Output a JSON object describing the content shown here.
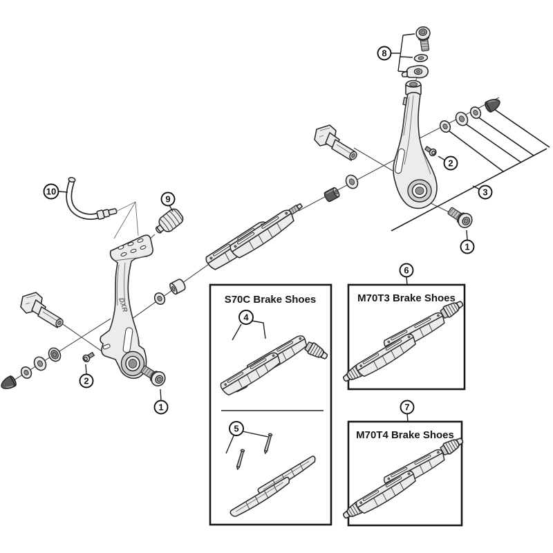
{
  "colors": {
    "background": "#ffffff",
    "line": "#2a2a2a",
    "metal_light": "#ececec",
    "metal_mid": "#cfcfcf",
    "rubber_dark": "#5a5a5a",
    "thread_gray": "#c3c3c3",
    "hole_gray": "#8f8f8f"
  },
  "callouts": [
    {
      "id": "callout-8",
      "label": "8"
    },
    {
      "id": "callout-2-right",
      "label": "2"
    },
    {
      "id": "callout-3",
      "label": "3"
    },
    {
      "id": "callout-1-right",
      "label": "1"
    },
    {
      "id": "callout-10",
      "label": "10"
    },
    {
      "id": "callout-9",
      "label": "9"
    },
    {
      "id": "callout-2-left",
      "label": "2"
    },
    {
      "id": "callout-1-left",
      "label": "1"
    },
    {
      "id": "callout-4",
      "label": "4"
    },
    {
      "id": "callout-5",
      "label": "5"
    },
    {
      "id": "callout-6",
      "label": "6"
    },
    {
      "id": "callout-7",
      "label": "7"
    }
  ],
  "boxes": {
    "s70c": {
      "title": "S70C Brake Shoes"
    },
    "m70t3": {
      "title": "M70T3 Brake Shoes"
    },
    "m70t4": {
      "title": "M70T4 Brake Shoes"
    }
  },
  "arm_logo": "DXR"
}
